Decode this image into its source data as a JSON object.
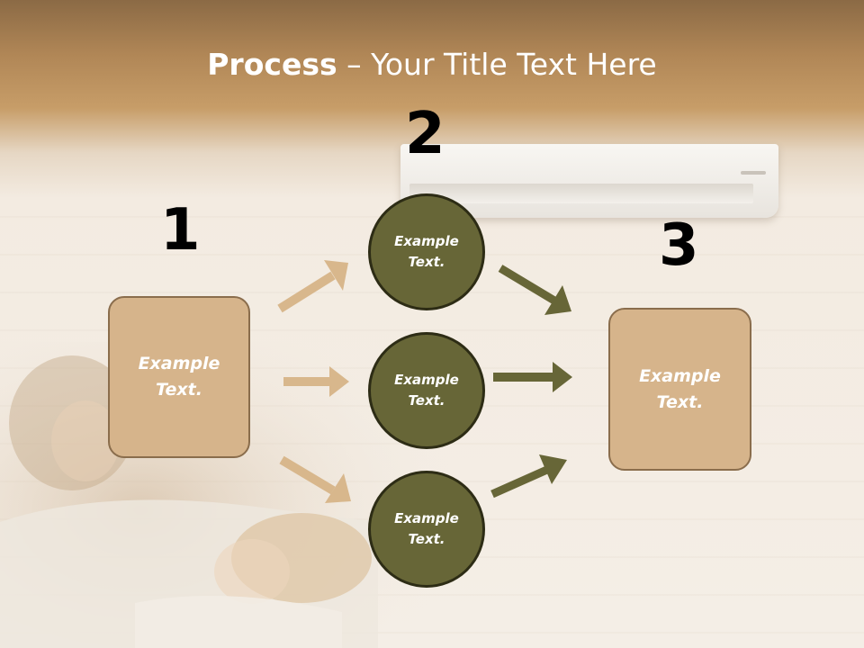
{
  "title": {
    "bold": "Process",
    "rest": " – Your Title Text Here"
  },
  "steps": {
    "one": "1",
    "two": "2",
    "three": "3"
  },
  "boxes": {
    "left": "Example\nText.",
    "right": "Example\nText."
  },
  "circles": {
    "top": "Example\nText.",
    "middle": "Example\nText.",
    "bottom": "Example\nText."
  },
  "colors": {
    "box_fill": "#d6b48b",
    "circle_fill": "#676637",
    "arrow_tan": "#d8b78c",
    "arrow_olive": "#676637"
  }
}
